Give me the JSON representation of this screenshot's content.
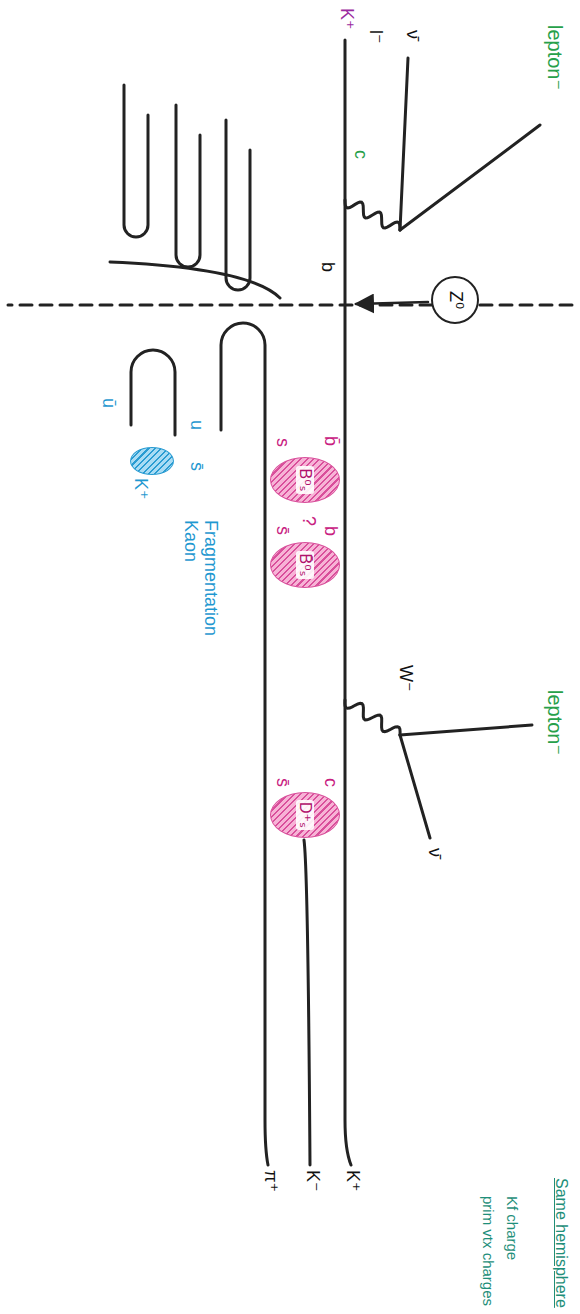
{
  "diagram": {
    "nodes": [
      {
        "text": [
          "Z⁰"
        ]
      },
      {
        "text": [
          "K⁺"
        ]
      },
      {
        "text": [
          "B⁰ₛ"
        ]
      },
      {
        "text": [
          "B̄⁰ₛ"
        ]
      },
      {
        "text": [
          "D⁺ₛ"
        ]
      }
    ],
    "labels": [
      "lepton⁻",
      "K⁺",
      "l⁻",
      "ν̄",
      "c",
      "b",
      "b̄",
      "s",
      "?",
      "b",
      "s̄",
      "W⁻",
      "lepton⁻",
      "ν̄",
      "c",
      "s̄",
      "K⁺",
      "K⁻",
      "π⁺",
      "u",
      "ū",
      "s̄",
      "Fragmentation Kaon",
      "Same hemisphere",
      "Kf charge",
      "prim vtx charges"
    ]
  }
}
